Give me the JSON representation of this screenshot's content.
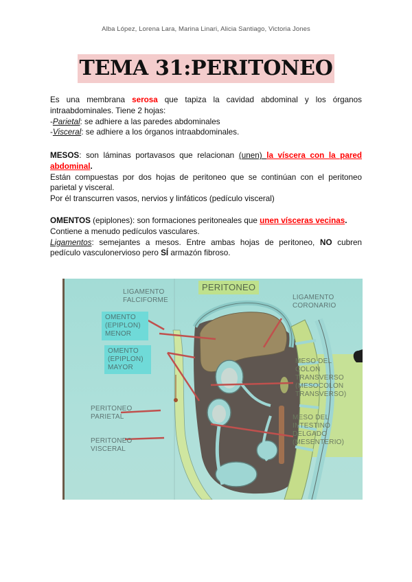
{
  "header": {
    "authors": "Alba López, Lorena Lara, Marina Linari, Alicia Santiago, Victoria Jones"
  },
  "title": "TEMA 31:PERITONEO",
  "section1": {
    "line1_a": "Es una membrana ",
    "line1_highlight": "serosa",
    "line1_b": " que tapiza la cavidad abdominal y los órganos intraabdominales. Tiene 2 hojas:",
    "item1_dash": "-",
    "item1_term": "Parietal",
    "item1_text": ": se adhiere a las paredes abdominales",
    "item2_dash": "-",
    "item2_term": "Visceral",
    "item2_text": ": se adhiere a los órganos intraabdominales."
  },
  "section2": {
    "term": "MESOS",
    "text_a": ": son láminas portavasos que relacionan ",
    "underlined": "(unen)",
    "space": " ",
    "highlight": "la víscera con la pared abdominal",
    "period": ".",
    "para2": "Están compuestas por dos hojas de peritoneo que se continúan con el peritoneo parietal y visceral.",
    "para3": "Por él transcurren vasos, nervios y linfáticos (pedículo visceral)"
  },
  "section3": {
    "term": "OMENTOS",
    "text_a": " (epiplones): son formaciones peritoneales que ",
    "highlight": "unen vísceras vecinas",
    "period": ".",
    "para2": "Contiene a menudo pedículos vasculares.",
    "lig_term": "Ligamentos",
    "lig_text_a": ": semejantes a mesos. Entre ambas hojas de peritoneo, ",
    "lig_no": "NO",
    "lig_text_b": " cubren pedículo vasculonervioso pero ",
    "lig_si": "SÍ",
    "lig_text_c": " armazón fibroso."
  },
  "figure": {
    "title": "PERITONEO",
    "labels": {
      "ligamento_falciforme_1": "LIGAMENTO",
      "ligamento_falciforme_2": "FALCIFORME",
      "omento_menor_1": "OMENTO",
      "omento_menor_2": "(EPIPLON)",
      "omento_menor_3": "MENOR",
      "omento_mayor_1": "OMENTO",
      "omento_mayor_2": "(EPIPLON)",
      "omento_mayor_3": "MAYOR",
      "peritoneo_parietal_1": "PERITONEO",
      "peritoneo_parietal_2": "PARIETAL",
      "peritoneo_visceral_1": "PERITONEO",
      "peritoneo_visceral_2": "VISCERAL",
      "ligamento_coronario_1": "LIGAMENTO",
      "ligamento_coronario_2": "CORONARIO",
      "meso_colon_1": "MESO DEL",
      "meso_colon_2": "COLON",
      "meso_colon_3": "TRANSVERSO",
      "meso_colon_4": "(MESOCOLON",
      "meso_colon_5": "TRANSVERSO)",
      "meso_intestino_1": "MESO DEL",
      "meso_intestino_2": "INTESTINO",
      "meso_intestino_3": "DELGADO",
      "meso_intestino_4": "(MESENTERIO)"
    },
    "colors": {
      "background": "#a9ddd7",
      "liver": "#9c8a62",
      "cavity": "#5f5650",
      "membrane": "#9ed6d3",
      "spine": "#c5dd8a",
      "arrow": "#c0504d"
    }
  },
  "colors": {
    "title_highlight": "#f4cccc",
    "accent_red": "#ff0000"
  }
}
